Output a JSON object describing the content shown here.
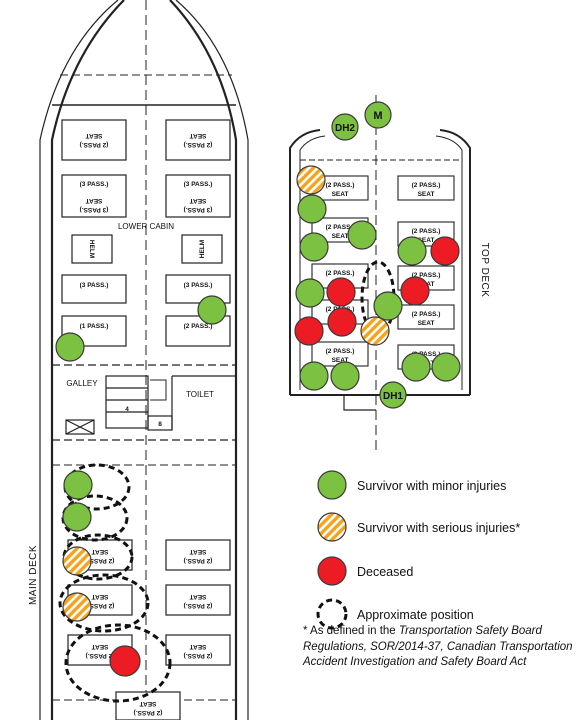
{
  "labels": {
    "lower_cabin": "LOWER CABIN",
    "galley": "GALLEY",
    "toilet": "TOILET",
    "main_deck": "MAIN DECK",
    "top_deck": "TOP DECK",
    "seat": "SEAT",
    "pass2": "(2 PASS.)",
    "pass3": "(3 PASS.)",
    "pass1": "(1 PASS.)",
    "helm": "HELM",
    "stair_top": "4",
    "stair_bottom": "8"
  },
  "markers": {
    "m": "M",
    "dh1": "DH1",
    "dh2": "DH2"
  },
  "colors": {
    "green": "#7dc142",
    "red": "#ed1c24",
    "orange": "#f7a21b",
    "stroke": "#3a3a3a"
  },
  "legend": [
    {
      "kind": "minor",
      "label": "Survivor with minor injuries"
    },
    {
      "kind": "serious",
      "label": "Survivor with serious injuries*"
    },
    {
      "kind": "deceased",
      "label": "Deceased"
    },
    {
      "kind": "approx",
      "label": "Approximate position"
    }
  ],
  "footnote": {
    "prefix": "* As defined in the ",
    "italic1": "Transportation Safety Board Regulations, SOR/2014-37, Canadian Transportation Accident Investigation and Safety Board Act"
  }
}
